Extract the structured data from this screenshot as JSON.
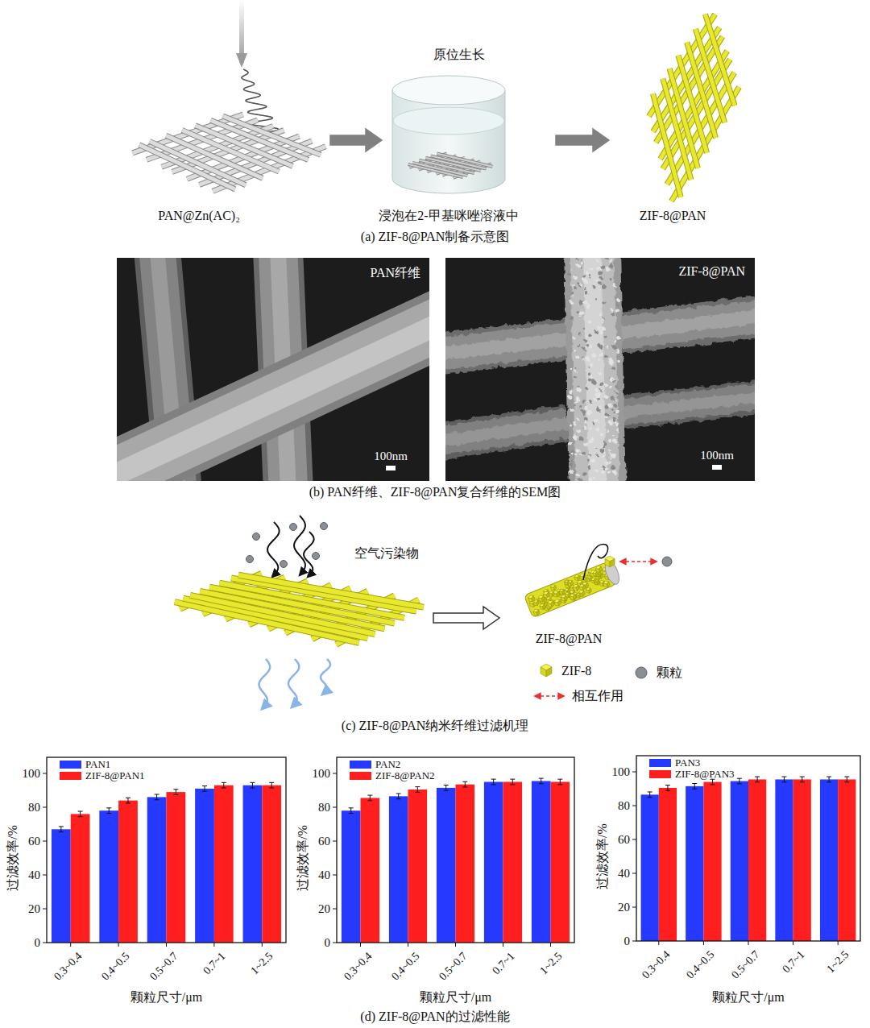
{
  "diagram": {
    "labels": [
      "原位生长",
      "PAN@Zn(AC)₂",
      "浸泡在2-甲基咪唑溶液中",
      "ZIF-8@PAN",
      "(a) ZIF-8@PAN制备示意图",
      "PAN纤维",
      "100nm",
      "ZIF-8@PAN",
      "100nm",
      "(b) PAN纤维、ZIF-8@PAN复合纤维的SEM图",
      "空气污染物",
      "ZIF-8@PAN",
      "(c) ZIF-8@PAN纳米纤维过滤机理",
      "0",
      "20",
      "40",
      "60",
      "80",
      "100",
      "0.3~0.4",
      "0.4~0.5",
      "0.5~0.7",
      "0.7~1",
      "1~2.5",
      "过滤效率/%",
      "颗粒尺寸/μm",
      "0",
      "20",
      "40",
      "60",
      "80",
      "100",
      "0.3~0.4",
      "0.4~0.5",
      "0.5~0.7",
      "0.7~1",
      "1~2.5",
      "过滤效率/%",
      "颗粒尺寸/μm",
      "0",
      "20",
      "40",
      "60",
      "80",
      "100",
      "0.3~0.4",
      "0.4~0.5",
      "0.5~0.7",
      "0.7~1",
      "1~2.5",
      "过滤效率/%",
      "颗粒尺寸/μm",
      "(d) ZIF-8@PAN的过滤性能"
    ],
    "legend": [
      {
        "text": "ZIF-8"
      },
      {
        "text": "颗粒"
      },
      {
        "text": "相互作用"
      },
      {
        "text": "PAN1",
        "color": "#2639ff"
      },
      {
        "text": "ZIF-8@PAN1",
        "color": "#ff1f1f"
      },
      {
        "text": "PAN2",
        "color": "#2639ff"
      },
      {
        "text": "ZIF-8@PAN2",
        "color": "#ff1f1f"
      },
      {
        "text": "PAN3",
        "color": "#2639ff"
      },
      {
        "text": "ZIF-8@PAN3",
        "color": "#ff1f1f"
      }
    ]
  }
}
